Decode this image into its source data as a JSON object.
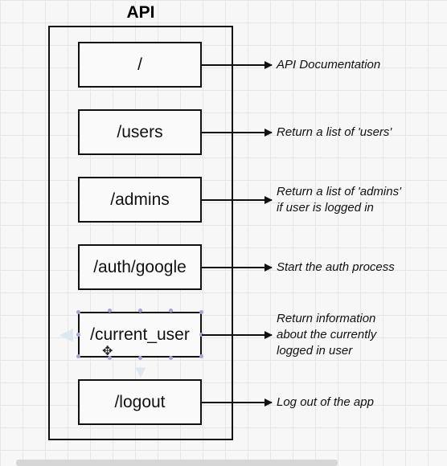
{
  "title": "API",
  "routes": [
    {
      "path": "/",
      "description": [
        "API Documentation"
      ]
    },
    {
      "path": "/users",
      "description": [
        "Return a list of 'users'"
      ]
    },
    {
      "path": "/admins",
      "description": [
        "Return a list of 'admins'",
        "if user is logged in"
      ]
    },
    {
      "path": "/auth/google",
      "description": [
        "Start the auth process"
      ]
    },
    {
      "path": "/current_user",
      "description": [
        "Return information",
        "about the currently",
        "logged in user"
      ]
    },
    {
      "path": "/logout",
      "description": [
        "Log out of the app"
      ]
    }
  ]
}
